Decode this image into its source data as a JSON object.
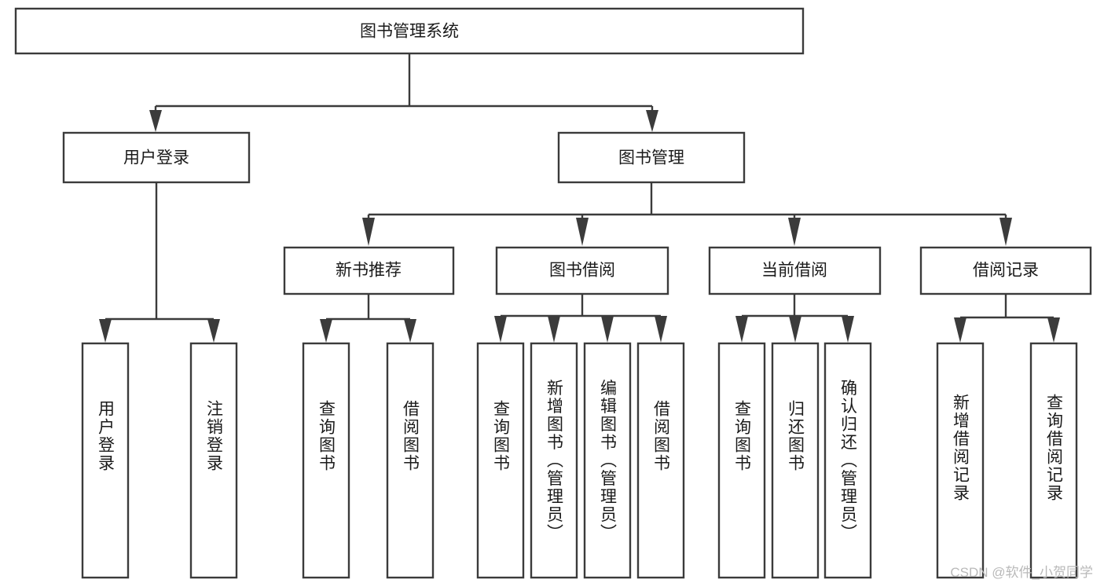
{
  "diagram": {
    "title": "图书管理系统",
    "watermark": "CSDN @软件_小贺同学",
    "colors": {
      "stroke": "#3b3b3b",
      "box_fill": "#ffffff",
      "text": "#1a1a1a",
      "background": "#ffffff",
      "watermark": "#b9b9b9"
    },
    "root": {
      "label": "图书管理系统"
    },
    "level2": [
      {
        "label": "用户登录"
      },
      {
        "label": "图书管理"
      }
    ],
    "level3": [
      {
        "label": "新书推荐"
      },
      {
        "label": "图书借阅"
      },
      {
        "label": "当前借阅"
      },
      {
        "label": "借阅记录"
      }
    ],
    "leaves": {
      "user_login": [
        {
          "label": "用户登录"
        },
        {
          "label": "注销登录"
        }
      ],
      "new_book_recommend": [
        {
          "label": "查询图书"
        },
        {
          "label": "借阅图书"
        }
      ],
      "book_borrow": [
        {
          "label": "查询图书"
        },
        {
          "label": "新增图书（管理员）"
        },
        {
          "label": "编辑图书（管理员）"
        },
        {
          "label": "借阅图书"
        }
      ],
      "current_borrow": [
        {
          "label": "查询图书"
        },
        {
          "label": "归还图书"
        },
        {
          "label": "确认归还（管理员）"
        }
      ],
      "borrow_record": [
        {
          "label": "新增借阅记录"
        },
        {
          "label": "查询借阅记录"
        }
      ]
    }
  }
}
